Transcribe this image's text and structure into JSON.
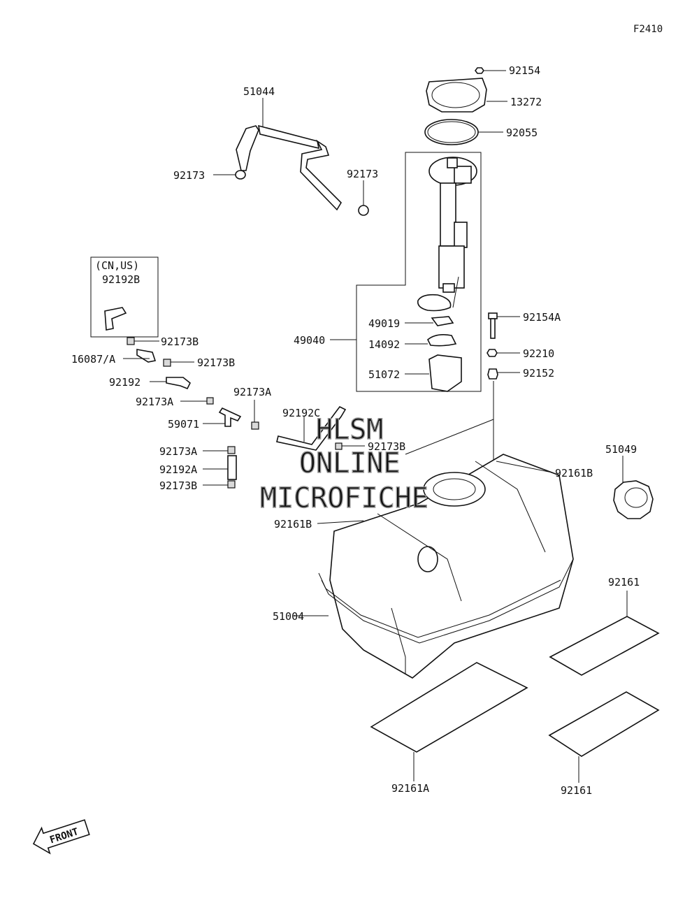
{
  "sheet": {
    "code": "F2410"
  },
  "labels": {
    "l92154": "92154",
    "l13272": "13272",
    "l92055": "92055",
    "l51044": "51044",
    "l92173a": "92173",
    "l92173b": "92173",
    "region": "(CN,US)",
    "l92192B": "92192B",
    "l92173B1": "92173B",
    "l16087A": "16087/A",
    "l92173B2": "92173B",
    "l92192": "92192",
    "l92173A1": "92173A",
    "l92173A2": "92173A",
    "l59071": "59071",
    "l92192C": "92192C",
    "l92173B3": "92173B",
    "l92173A3": "92173A",
    "l92192A": "92192A",
    "l92173B4": "92173B",
    "l49019": "49019",
    "l49040": "49040",
    "l14092": "14092",
    "l51072": "51072",
    "l92154A": "92154A",
    "l92210": "92210",
    "l92152": "92152",
    "l92161B1": "92161B",
    "l51049": "51049",
    "l92161B2": "92161B",
    "l92161a": "92161",
    "l51004": "51004",
    "l92161A": "92161A",
    "l92161b": "92161"
  },
  "watermark": {
    "line1": "HLSM",
    "line2": "ONLINE",
    "line3": "MICROFICHE"
  },
  "front_badge": {
    "text": "FRONT"
  }
}
